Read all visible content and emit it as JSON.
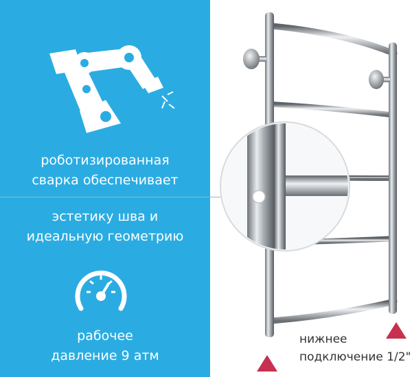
{
  "left_panel": {
    "background": "#2aace2",
    "robot_icon": "robot-arm-welding-icon",
    "welding_line1": "роботизированная",
    "welding_line2": "сварка обеспечивает",
    "seam_line1": "эстетику шва и",
    "seam_line2": "идеальную геометрию",
    "gauge_icon": "pressure-gauge-icon",
    "pressure_line1": "рабочее",
    "pressure_line2": "давление 9 атм"
  },
  "product": {
    "image": "towel-rail-photo",
    "connection_note_line1": "нижнее",
    "connection_note_line2": "подключение 1/2\"",
    "marker_color": "#c7304f"
  }
}
